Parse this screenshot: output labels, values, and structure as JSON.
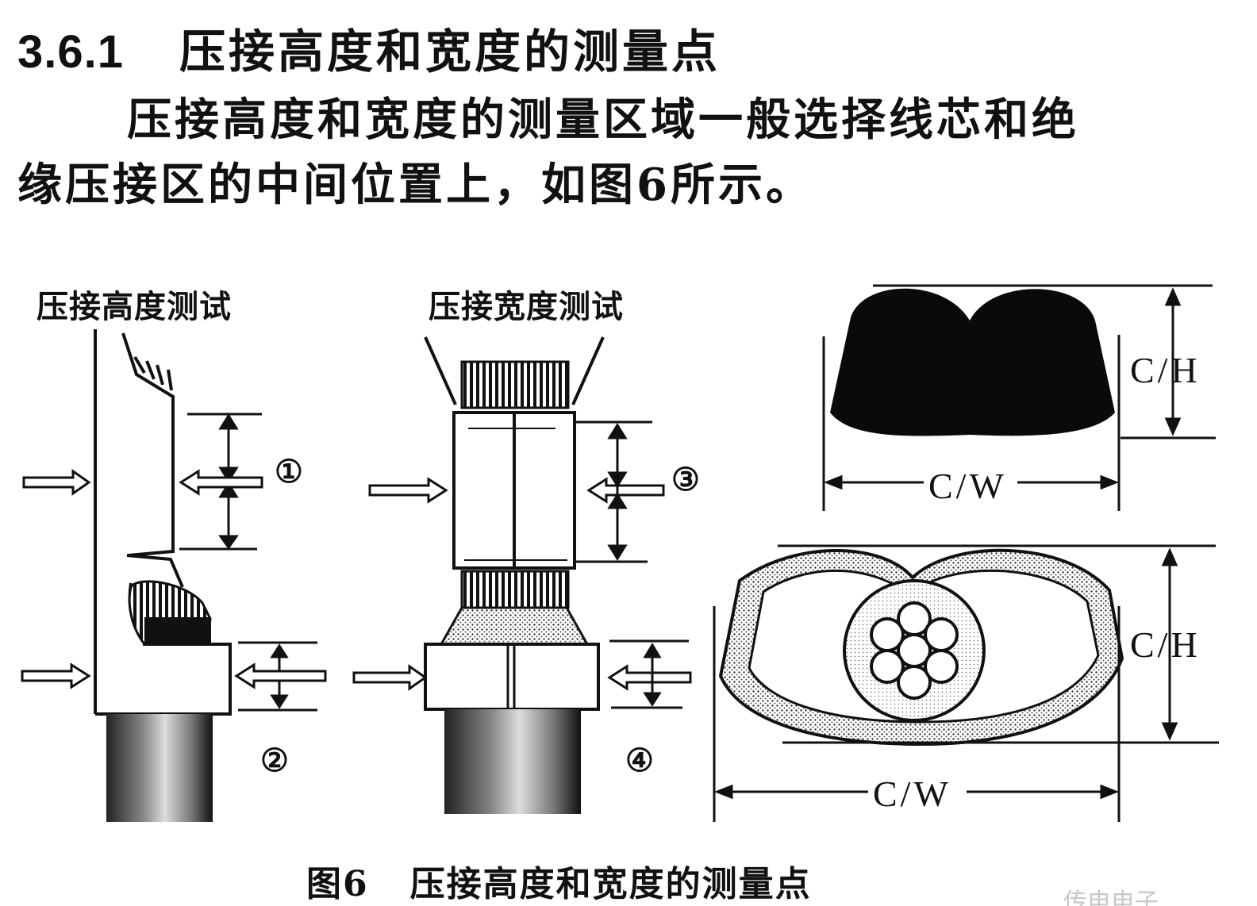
{
  "section": {
    "number": "3.6.1",
    "title": "压接高度和宽度的测量点"
  },
  "paragraph": {
    "line1": "压接高度和宽度的测量区域一般选择线芯和绝",
    "line2": "缘压接区的中间位置上，如图6所示。"
  },
  "figure": {
    "label_height_test": "压接高度测试",
    "label_width_test": "压接宽度测试",
    "markers": [
      "①",
      "②",
      "③",
      "④"
    ],
    "dim_height": "C/H",
    "dim_width": "C/W",
    "caption_number": "图6",
    "caption_title": "压接高度和宽度的测量点"
  },
  "watermark": {
    "text": "传电电子"
  }
}
